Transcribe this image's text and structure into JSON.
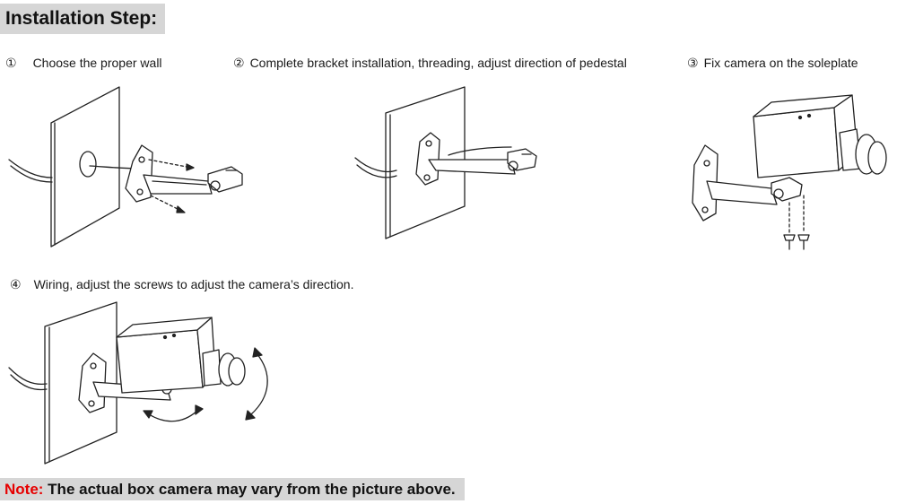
{
  "header": {
    "title": "Installation Step:"
  },
  "steps": [
    {
      "number": "①",
      "text": "Choose the proper wall"
    },
    {
      "number": "②",
      "text": "Complete bracket installation, threading, adjust direction of pedestal"
    },
    {
      "number": "③",
      "text": "Fix camera on the soleplate"
    },
    {
      "number": "④",
      "text": "Wiring, adjust the screws to adjust the camera’s direction."
    }
  ],
  "note": {
    "label": "Note:",
    "text": " The actual box camera may vary from the picture above."
  },
  "colors": {
    "note_label": "#e60000",
    "banner_bg": "#d6d6d6"
  }
}
